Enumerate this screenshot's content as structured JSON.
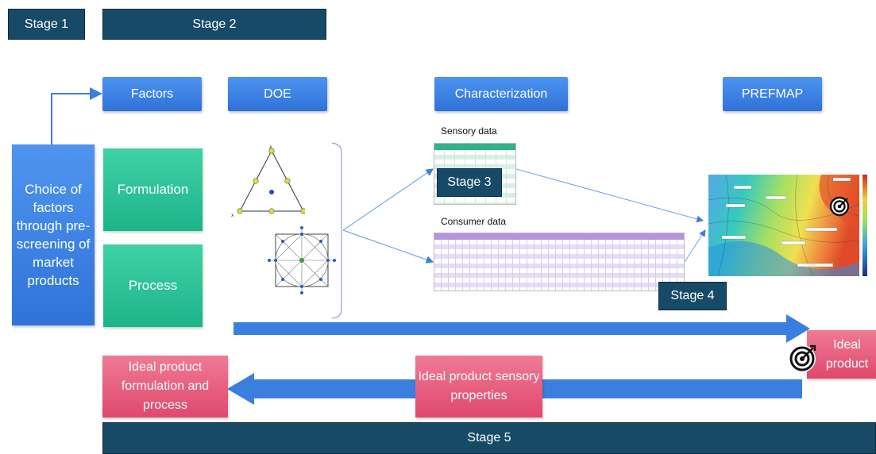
{
  "stages": {
    "stage1": "Stage 1",
    "stage2": "Stage 2",
    "stage3": "Stage 3",
    "stage4": "Stage 4",
    "stage5": "Stage 5"
  },
  "headers": {
    "factors": "Factors",
    "doe": "DOE",
    "characterization": "Characterization",
    "prefmap": "PREFMAP"
  },
  "choice_box": "Choice of factors through pre-screening of market products",
  "factor_boxes": {
    "formulation": "Formulation",
    "process": "Process"
  },
  "data_labels": {
    "sensory": "Sensory data",
    "consumer": "Consumer data"
  },
  "ideal": {
    "product": "Ideal product",
    "sensory_properties": "Ideal product sensory properties",
    "formulation_process": "Ideal product formulation and process"
  },
  "colors": {
    "stage": "#174a67",
    "header_blue": "#2f72d9",
    "factor_green": "#1fb38a",
    "ideal_pink": "#e0486d",
    "arrow_blue": "#3a7fe0"
  },
  "icons": {
    "target": "target-icon",
    "simplex": "simplex-design-icon",
    "central_composite": "central-composite-design-icon",
    "prefmap_plot": "prefmap-contour-plot"
  }
}
